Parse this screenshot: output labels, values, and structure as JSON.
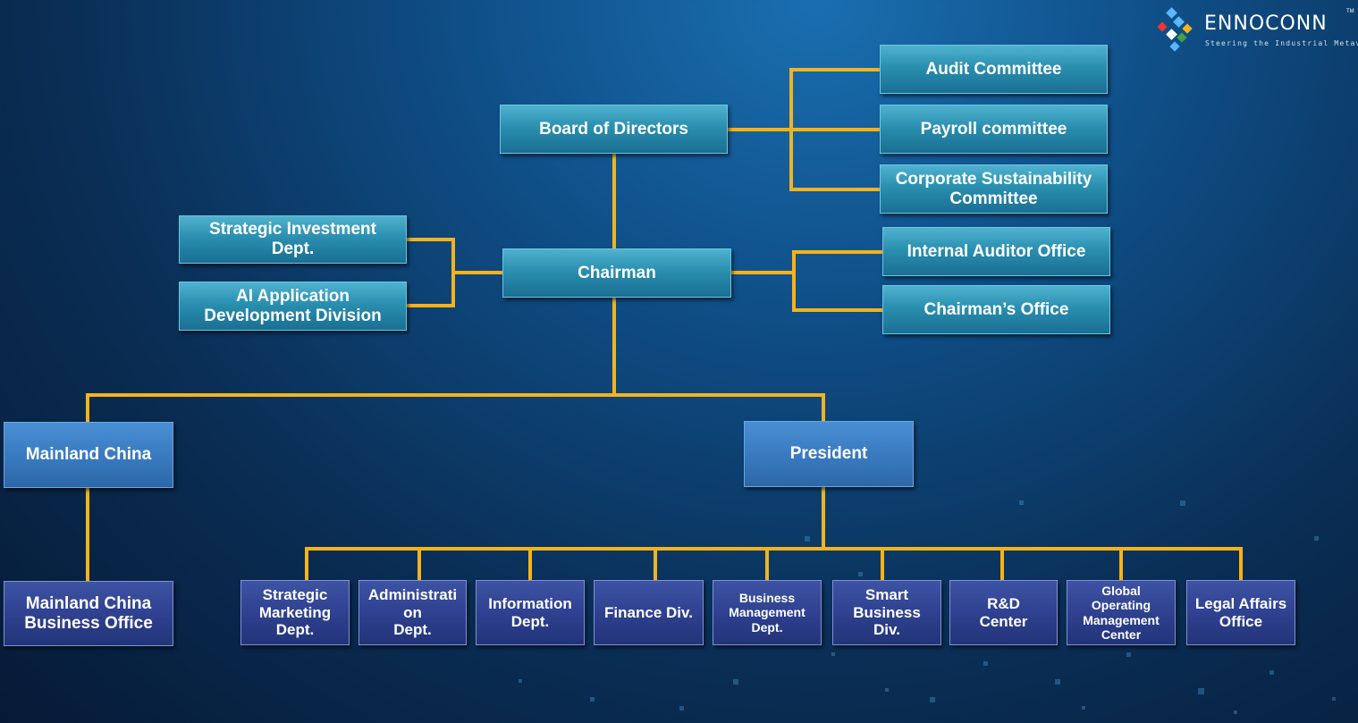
{
  "logo": {
    "name": "ENNOCONN",
    "tagline": "Steering the Industrial Metaverse",
    "tm": "TM"
  },
  "org": {
    "board": "Board of Directors",
    "audit": "Audit Committee",
    "payroll": "Payroll committee",
    "sustainability": "Corporate Sustainability\nCommittee",
    "strategic_investment": "Strategic Investment\nDept.",
    "ai_application": "AI Application\nDevelopment Division",
    "chairman": "Chairman",
    "internal_auditor": "Internal Auditor Office",
    "chairmans_office": "Chairman’s Office",
    "mainland_china": "Mainland China",
    "president": "President",
    "mainland_office": "Mainland China\nBusiness Office",
    "depts": [
      "Strategic\nMarketing\nDept.",
      "Administrati\non\nDept.",
      "Information\nDept.",
      "Finance Div.",
      "Business\nManagement\nDept.",
      "Smart\nBusiness\nDiv.",
      "R&D\nCenter",
      "Global\nOperating\nManagement\nCenter",
      "Legal Affairs\nOffice"
    ]
  },
  "colors": {
    "connector": "#f5b31b",
    "teal_box": "#2a8fb0",
    "blue_box": "#3a7bc0",
    "navy_box": "#2f4190"
  }
}
